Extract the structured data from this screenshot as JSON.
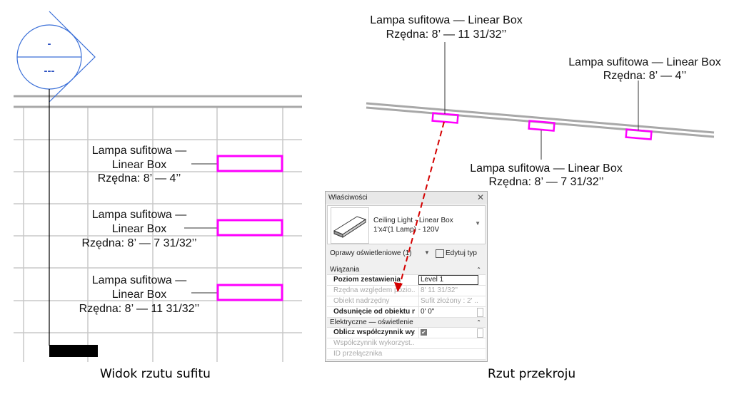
{
  "plan_view": {
    "caption": "Widok rzutu sufitu",
    "section_marker": {
      "top": "-",
      "bottom": "---"
    },
    "tags": [
      {
        "line1": "Lampa sufitowa —",
        "line2": "Linear Box",
        "line3": "Rzędna: 8’ — 4’’"
      },
      {
        "line1": "Lampa sufitowa —",
        "line2": "Linear Box",
        "line3": "Rzędna: 8’ — 7 31/32’’"
      },
      {
        "line1": "Lampa sufitowa —",
        "line2": "Linear Box",
        "line3": "Rzędna: 8’ — 11 31/32’’"
      }
    ]
  },
  "section_view": {
    "caption": "Rzut przekroju",
    "tags": [
      {
        "line1": "Lampa sufitowa — Linear Box",
        "line2": "Rzędna: 8’ — 11 31/32’’"
      },
      {
        "line1": "Lampa sufitowa — Linear Box",
        "line2": "Rzędna: 8’ — 7 31/32’’"
      },
      {
        "line1": "Lampa sufitowa — Linear Box",
        "line2": "Rzędna: 8’ — 4’’"
      }
    ]
  },
  "colors": {
    "fixture": "#ff00ff",
    "arrow": "#d40000",
    "marker": "#3a6fd8",
    "grid": "#c8c8c8",
    "ceiling": "#a8a8a8"
  },
  "properties": {
    "title": "Właściwości",
    "type_name_line1": "Ceiling Light - Linear Box",
    "type_name_line2": "1'x4'(1 Lamp) - 120V",
    "filter": "Oprawy oświetleniowe (1)",
    "edit_type": "Edytuj typ",
    "sections": [
      {
        "name": "Wiązania",
        "rows": [
          {
            "key": "Poziom zestawienia",
            "value": "Level 1"
          },
          {
            "key": "Rzędna względem pozio...",
            "value": "8'  11 31/32\""
          },
          {
            "key": "Obiekt nadrzędny",
            "value": "Sufit złożony : 2' ..."
          },
          {
            "key": "Odsunięcie od obiektu n...",
            "value": "0'  0\""
          }
        ]
      },
      {
        "name": "Elektryczne — oświetlenie",
        "rows": [
          {
            "key": "Oblicz współczynnik wy...",
            "value": "✔"
          },
          {
            "key": "Współczynnik wykorzyst...",
            "value": ""
          },
          {
            "key": "ID przełącznika",
            "value": ""
          }
        ]
      }
    ]
  }
}
